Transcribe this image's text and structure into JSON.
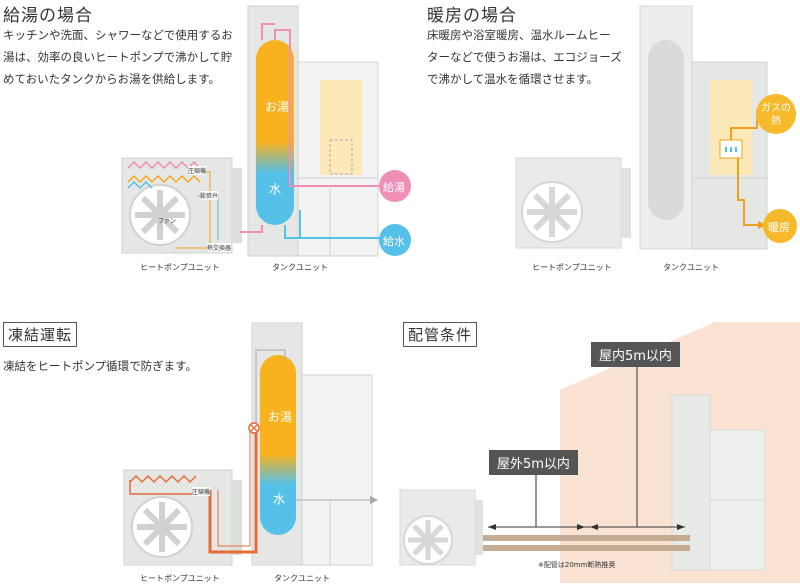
{
  "panels": {
    "hot_water": {
      "title": "給湯の場合",
      "description": "キッチンや洗面、シャワーなどで使用するお\n湯は、効率の良いヒートポンプで沸かして貯\nめておいたタンクからお湯を供給します。",
      "tank_upper": "お湯",
      "tank_lower": "水",
      "outlet_hot": "給湯",
      "outlet_water": "給水",
      "hp_label_compressor": "圧縮機",
      "hp_label_expansion": "膨張弁",
      "hp_label_fan": "ファン",
      "hp_label_heat_exchanger": "熱交換器",
      "caption_heatpump": "ヒートポンプユニット",
      "caption_tank": "タンクユニット"
    },
    "heating": {
      "title": "暖房の場合",
      "description": "床暖房や浴室暖房、温水ルームヒー\nターなどで使うお湯は、エコジョーズ\nで沸かして温水を循環させます。",
      "gas_heat": "ガスの\n熱",
      "heating_out": "暖房",
      "caption_heatpump": "ヒートポンプユニット",
      "caption_tank": "タンクユニット"
    },
    "freeze": {
      "title": "凍結運転",
      "description": "凍結をヒートポンプ循環で防ぎます。",
      "tank_upper": "お湯",
      "tank_lower": "水",
      "hp_label_compressor": "圧縮機",
      "caption_heatpump": "ヒートポンプユニット",
      "caption_tank": "タンクユニット"
    },
    "piping": {
      "title": "配管条件",
      "indoor_limit": "屋内5m以内",
      "outdoor_limit": "屋外5m以内",
      "note": "※配管は20mm断熱推奨"
    }
  },
  "colors": {
    "hot_water": "#f7b21e",
    "cold_water": "#55c0e8",
    "hot_outlet": "#ef8fb7",
    "pink_pipe": "#f0a1c4",
    "orange_pipe": "#f0a020",
    "freeze_pipe": "#e86b3a",
    "gas": "#f6b92b",
    "house_bg": "#fbe3d3",
    "unit_gray": "#e4e7e4",
    "dark_label": "#555555"
  }
}
